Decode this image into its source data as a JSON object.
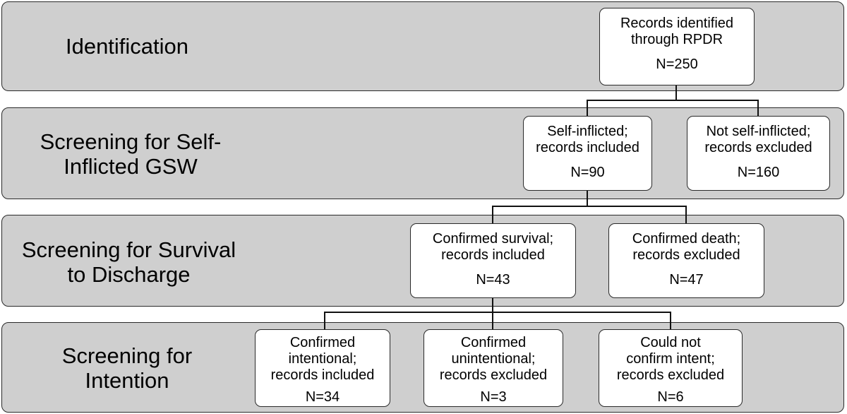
{
  "bands": [
    {
      "id": "identification",
      "label_lines": [
        "Identification"
      ]
    },
    {
      "id": "self-inflicted",
      "label_lines": [
        "Screening for Self-",
        "Inflicted GSW"
      ]
    },
    {
      "id": "survival",
      "label_lines": [
        "Screening for Survival",
        "to Discharge"
      ]
    },
    {
      "id": "intention",
      "label_lines": [
        "Screening for",
        "Intention"
      ]
    }
  ],
  "nodes": {
    "records_identified": {
      "lines": [
        "Records identified",
        "through RPDR"
      ],
      "n": "N=250"
    },
    "self_inflicted_included": {
      "lines": [
        "Self-inflicted;",
        "records included"
      ],
      "n": "N=90"
    },
    "not_self_inflicted_excluded": {
      "lines": [
        "Not self-inflicted;",
        "records excluded"
      ],
      "n": "N=160"
    },
    "confirmed_survival_included": {
      "lines": [
        "Confirmed survival;",
        "records included"
      ],
      "n": "N=43"
    },
    "confirmed_death_excluded": {
      "lines": [
        "Confirmed death;",
        "records excluded"
      ],
      "n": "N=47"
    },
    "confirmed_intentional_included": {
      "lines": [
        "Confirmed",
        "intentional;",
        "records included"
      ],
      "n": "N=34"
    },
    "confirmed_unintentional_excluded": {
      "lines": [
        "Confirmed",
        "unintentional;",
        "records excluded"
      ],
      "n": "N=3"
    },
    "could_not_confirm_excluded": {
      "lines": [
        "Could not",
        "confirm intent;",
        "records excluded"
      ],
      "n": "N=6"
    }
  }
}
